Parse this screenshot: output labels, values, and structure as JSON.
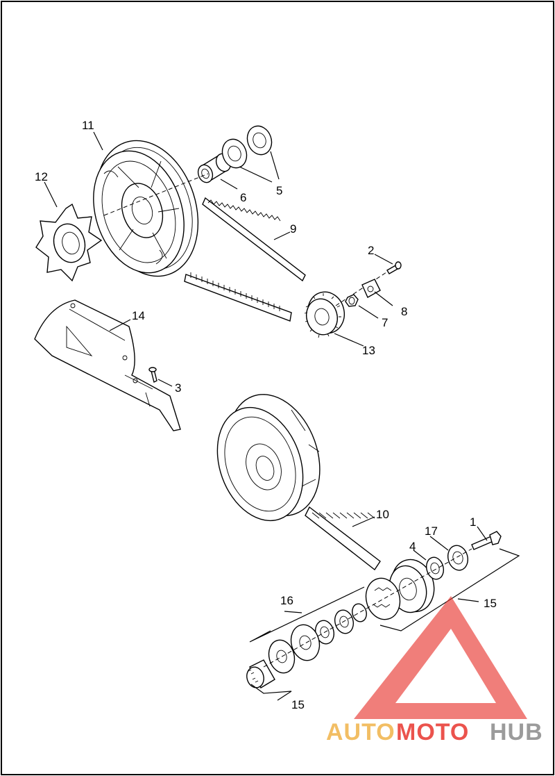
{
  "callouts": {
    "c1": "1",
    "c2": "2",
    "c3": "3",
    "c4": "4",
    "c5": "5",
    "c6": "6",
    "c7": "7",
    "c8": "8",
    "c9": "9",
    "c10": "10",
    "c11": "11",
    "c12": "12",
    "c13": "13",
    "c14": "14",
    "c15a": "15",
    "c15b": "15",
    "c16": "16",
    "c17": "17"
  },
  "watermark": {
    "part1": "AUTO",
    "part2": "MOTO",
    "part3": "HUB",
    "color_orange": "#f0b34a",
    "color_red": "#e8362f",
    "color_gray": "#8a8a8a"
  }
}
